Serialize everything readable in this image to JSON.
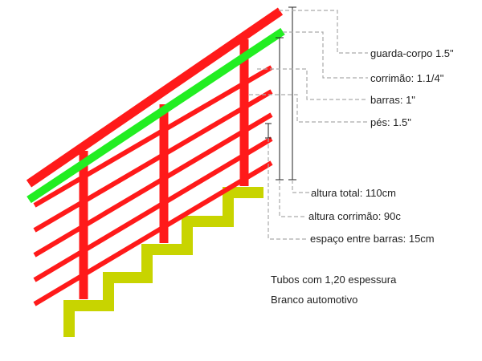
{
  "labels": {
    "guarda_corpo": "guarda-corpo 1.5\"",
    "corrimao": "corrimão: 1.1/4\"",
    "barras": "barras: 1\"",
    "pes": "pés: 1.5\"",
    "altura_total": "altura total: 110cm",
    "altura_corrimao": "altura corrimão: 90c",
    "espaco_entre_barras": "espaço entre barras: 15cm"
  },
  "notes": {
    "espessura": "Tubos com 1,20 espessura",
    "acabamento": "Branco automotivo"
  },
  "colors": {
    "guarda_corpo": "#ff1a1a",
    "corrimao": "#22ee22",
    "barras": "#ff1a1a",
    "pes": "#ff1a1a",
    "escada": "#c8d400",
    "leader_lines": "#aaaaaa",
    "dimension_lines": "#222222"
  }
}
